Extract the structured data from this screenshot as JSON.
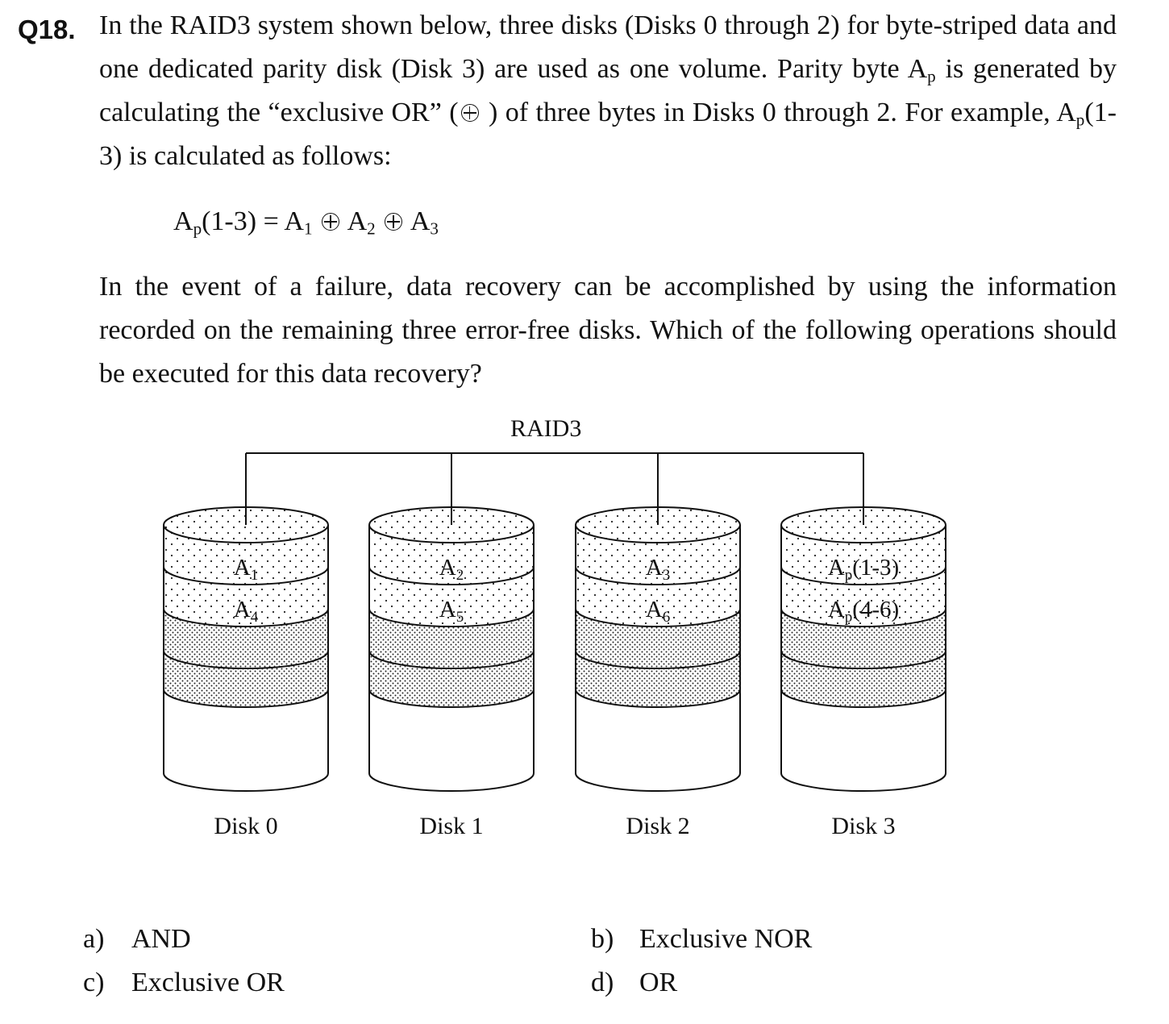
{
  "question": {
    "number": "Q18.",
    "intro_before_sub": "In the RAID3 system shown below, three disks (Disks 0 through 2) for byte-striped data and one dedicated parity disk (Disk 3) are used as one volume.   Parity byte A",
    "intro_sub": "p",
    "intro_middle": " is generated by calculating the “exclusive OR” (",
    "intro_after_symbol": ") of three bytes in Disks 0 through 2.   For example, A",
    "intro_sub2": "p",
    "intro_end": "(1-3) is calculated as follows:",
    "formula": {
      "lhs_base": "A",
      "lhs_sub": "p",
      "lhs_rest": "(1-3) = ",
      "terms": [
        {
          "base": "A",
          "sub": "1"
        },
        {
          "base": "A",
          "sub": "2"
        },
        {
          "base": "A",
          "sub": "3"
        }
      ]
    },
    "followup": "In the event of a failure, data recovery can be accomplished by using the information recorded on the remaining three error-free disks.   Which of the following operations should be executed for this data recovery?"
  },
  "figure": {
    "title": "RAID3",
    "disks": [
      {
        "label": "Disk 0",
        "blocks": [
          {
            "base": "A",
            "sub": "1",
            "rest": ""
          },
          {
            "base": "A",
            "sub": "4",
            "rest": ""
          }
        ]
      },
      {
        "label": "Disk 1",
        "blocks": [
          {
            "base": "A",
            "sub": "2",
            "rest": ""
          },
          {
            "base": "A",
            "sub": "5",
            "rest": ""
          }
        ]
      },
      {
        "label": "Disk 2",
        "blocks": [
          {
            "base": "A",
            "sub": "3",
            "rest": ""
          },
          {
            "base": "A",
            "sub": "6",
            "rest": ""
          }
        ]
      },
      {
        "label": "Disk 3",
        "blocks": [
          {
            "base": "A",
            "sub": "p",
            "rest": "(1-3)"
          },
          {
            "base": "A",
            "sub": "p",
            "rest": "(4-6)"
          }
        ]
      }
    ]
  },
  "choices": [
    {
      "letter": "a)",
      "text": "AND"
    },
    {
      "letter": "b)",
      "text": "Exclusive NOR"
    },
    {
      "letter": "c)",
      "text": "Exclusive OR"
    },
    {
      "letter": "d)",
      "text": "OR"
    }
  ]
}
